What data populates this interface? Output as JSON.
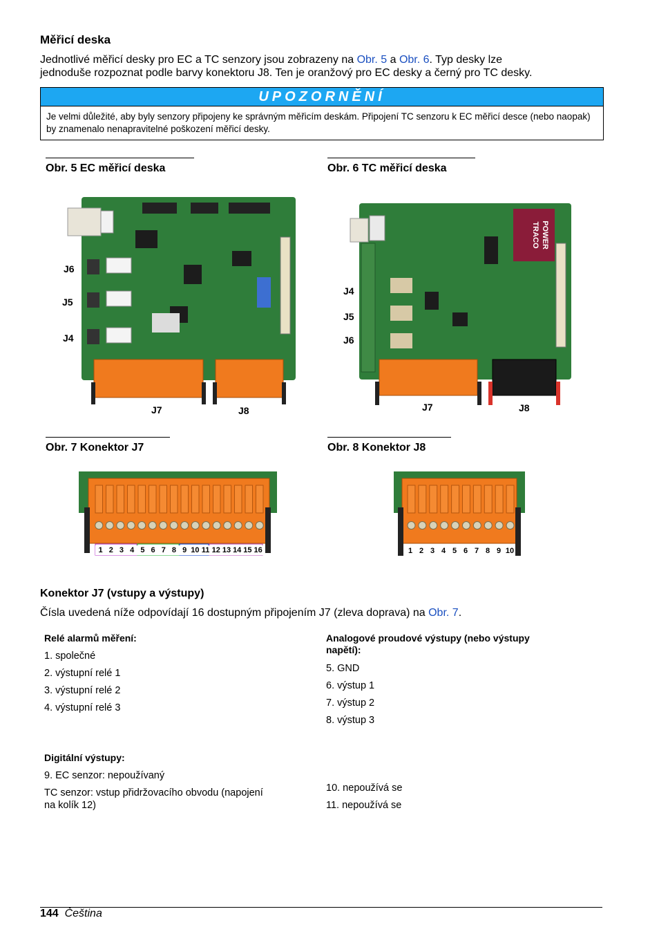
{
  "section1": {
    "title": "Měřicí deska",
    "intro_a": "Jednotlivé měřicí desky pro EC a TC senzory jsou zobrazeny na ",
    "link1": "Obr. 5",
    "intro_b": " a ",
    "link2": "Obr. 6",
    "intro_c": ". Typ desky lze",
    "intro_line2": "jednoduše rozpoznat podle barvy konektoru J8. Ten je oranžový pro EC desky a černý pro TC desky."
  },
  "notice": {
    "heading": "UPOZORNĚNÍ",
    "text": "Je velmi důležité, aby byly senzory připojeny ke správným měřicím deskám. Připojení TC senzoru k EC měřicí desce (nebo naopak) by znamenalo nenapravitelné poškození měřicí desky."
  },
  "figures": {
    "fig5_caption": "Obr. 5  EC měřicí deska",
    "fig6_caption": "Obr. 6  TC měřicí deska",
    "fig7_caption": "Obr. 7  Konektor J7",
    "fig8_caption": "Obr. 8  Konektor J8",
    "ec_labels": {
      "j6": "J6",
      "j5": "J5",
      "j4": "J4",
      "j7": "J7",
      "j8": "J8"
    },
    "tc_labels": {
      "j4": "J4",
      "j5": "J5",
      "j6": "J6",
      "j7": "J7",
      "j8": "J8"
    },
    "traco_line1": "TRACO",
    "traco_line2": "POWER",
    "j7_pins": [
      "1",
      "2",
      "3",
      "4",
      "5",
      "6",
      "7",
      "8",
      "9",
      "10",
      "11",
      "12",
      "13",
      "14",
      "15",
      "16"
    ],
    "j8_pins": [
      "1",
      "2",
      "3",
      "4",
      "5",
      "6",
      "7",
      "8",
      "9",
      "10"
    ],
    "colors": {
      "pcb": "#2f7d3a",
      "orange": "#f07a1e",
      "black_conn": "#1a1a1a"
    }
  },
  "section2": {
    "title": "Konektor J7 (vstupy a výstupy)",
    "intro_a": "Čísla uvedená níže odpovídají 16 dostupným připojením J7 (zleva doprava) na ",
    "link": "Obr. 7",
    "intro_b": "."
  },
  "lists": {
    "relay_heading": "Relé alarmů měření:",
    "relay_items": [
      "1. společné",
      "2. výstupní relé 1",
      "3. výstupní relé 2",
      "4. výstupní relé 3"
    ],
    "analog_heading_1": "Analogové proudové výstupy (nebo výstupy",
    "analog_heading_2": "napětí):",
    "analog_items": [
      "5. GND",
      "6. výstup 1",
      "7. výstup 2",
      "8. výstup 3"
    ],
    "digital_heading": "Digitální výstupy:",
    "digital_item_9": "9. EC senzor: nepoužívaný",
    "digital_tc_1": "TC senzor: vstup přidržovacího obvodu (napojení",
    "digital_tc_2": "na kolík 12)",
    "unused_items": [
      "10. nepoužívá se",
      "11. nepoužívá se"
    ]
  },
  "footer": {
    "page": "144",
    "language": "Čeština"
  }
}
